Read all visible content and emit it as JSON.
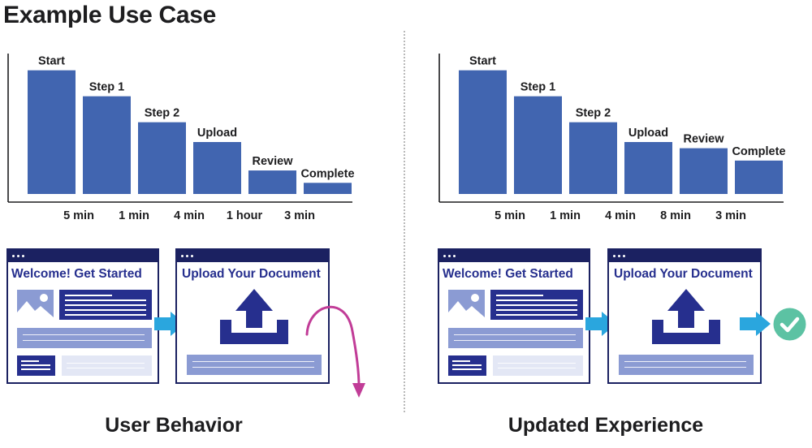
{
  "title": "Example Use Case",
  "captions": {
    "left": "User Behavior",
    "right": "Updated Experience"
  },
  "colors": {
    "bar": "#4165b0",
    "window": "#1b2161",
    "accent_text": "#262f8e",
    "flow_arrow": "#2aa6de",
    "exit_arrow": "#c13c97",
    "success": "#5cc2a3"
  },
  "screens": {
    "welcome_title": "Welcome! Get Started",
    "upload_title": "Upload Your Document"
  },
  "icons": {
    "flow": "arrow-right-icon",
    "upload": "upload-icon",
    "image": "image-placeholder-icon",
    "exit": "curved-exit-arrow-icon",
    "done": "check-circle-icon"
  },
  "chart_data": [
    {
      "type": "bar",
      "categories": [
        "Start",
        "Step 1",
        "Step 2",
        "Upload",
        "Review",
        "Complete"
      ],
      "values": [
        100,
        79,
        58,
        42,
        19,
        9
      ],
      "ylim": [
        0,
        105
      ],
      "durations": [
        "5 min",
        "1 min",
        "4 min",
        "1 hour",
        "3 min"
      ]
    },
    {
      "type": "bar",
      "categories": [
        "Start",
        "Step 1",
        "Step 2",
        "Upload",
        "Review",
        "Complete"
      ],
      "values": [
        100,
        79,
        58,
        42,
        37,
        27
      ],
      "ylim": [
        0,
        105
      ],
      "durations": [
        "5 min",
        "1 min",
        "4 min",
        "8 min",
        "3 min"
      ]
    }
  ]
}
